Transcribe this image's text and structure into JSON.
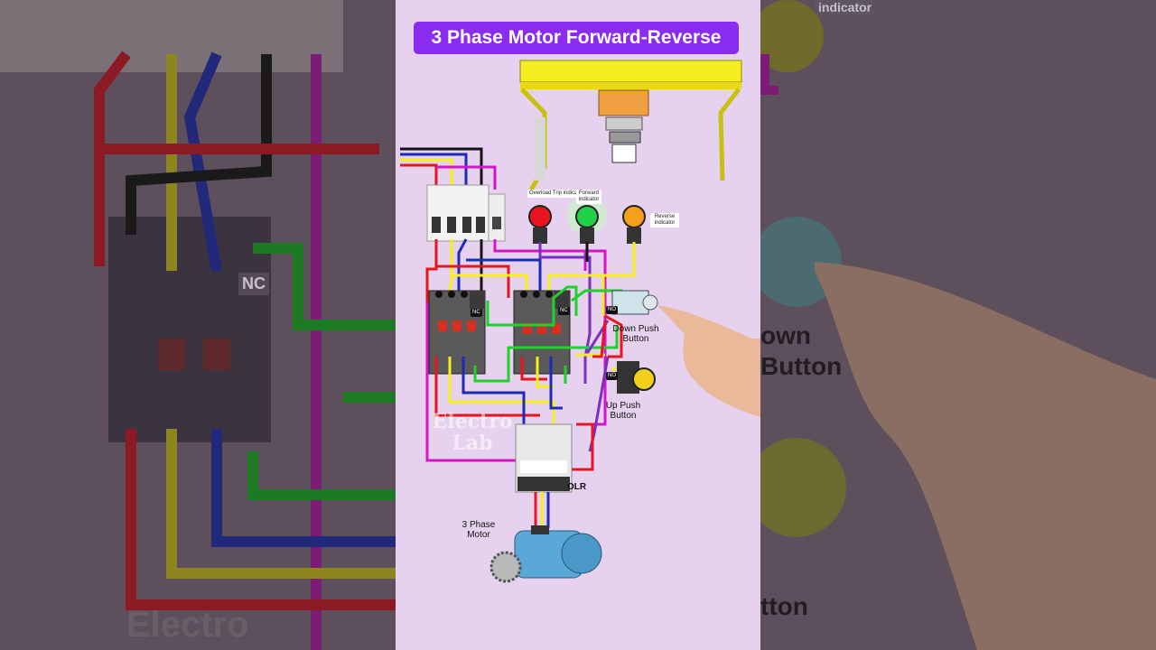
{
  "title": "3 Phase Motor Forward-Reverse",
  "labels": {
    "overload_trip_indicator": "Overload Trip indicator",
    "forward_indicator": "Forward indicator",
    "reverse_indicator": "Reverse indicator",
    "nc_contact_1": "NC",
    "nc_contact_2": "NC",
    "no_contact_down": "NO",
    "no_contact_up": "NO",
    "down_push_button": "Down Push Button",
    "up_push_button": "Up Push Button",
    "olr": "OLR",
    "motor": "3 Phase Motor",
    "watermark": "Electro Lab"
  },
  "background_text": {
    "left_nc": "NC",
    "right_top": "indicator",
    "right_down": "own",
    "right_button": "Button",
    "right_bottom": "tton",
    "left_bottom": "Electro"
  },
  "colors": {
    "title_bg": "#8a2bf0",
    "panel_bg": "#e6d2ef",
    "wire_red": "#e8141e",
    "wire_yellow": "#f6ef1a",
    "wire_blue": "#1c2bb8",
    "wire_black": "#111111",
    "wire_magenta": "#d317c8",
    "wire_green": "#1fd12a",
    "wire_purple": "#7a2fc0",
    "crane_yellow": "#f5ee1e"
  }
}
